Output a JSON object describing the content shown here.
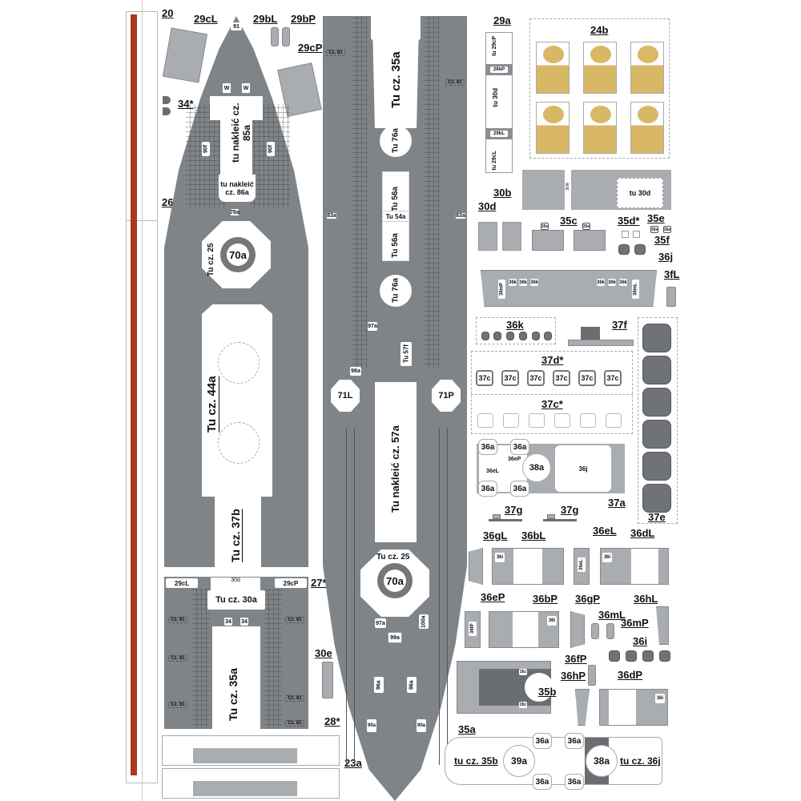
{
  "sheet": {
    "labels": {
      "p20": "20",
      "p29cL": "29cL",
      "p29bL": "29bL",
      "p29bP": "29bP",
      "p29cP": "29cP",
      "p34": "34*",
      "p26": "26*",
      "p27": "27*",
      "p28": "28*",
      "p30e": "30e",
      "p23a": "23a",
      "p29a": "29a",
      "p24b": "24b",
      "p30b": "30b",
      "p30d": "30d",
      "p35c": "35c",
      "p35d": "35d*",
      "p35e": "35e",
      "p35f": "35f",
      "p36j": "36j",
      "p3fL": "3fL",
      "p36k": "36k",
      "p37f": "37f",
      "p37d": "37d*",
      "p37c": "37c*",
      "p37e": "37e",
      "p37a": "37a",
      "p37g1": "37g",
      "p37g2": "37g",
      "p36gL": "36gL",
      "p36bL": "36bL",
      "p36eL": "36eL",
      "p36dL": "36dL",
      "p36eP": "36eP",
      "p36bP": "36bP",
      "p36gP": "36gP",
      "p36hL": "36hL",
      "p36mL": "36mL",
      "p36mP": "36mP",
      "p36i": "36i",
      "p36fP": "36fP",
      "p36hP": "36hP",
      "p36dP": "36dP",
      "p35a": "35a",
      "p35b": "35b"
    },
    "bow_deck": {
      "tip": "91",
      "w1": "W",
      "w2": "W",
      "sticker85": "tu nakleić cz. 85a",
      "sticker86": "tu nakleić cz. 86a",
      "p90fL": "90f",
      "p90fR": "90f",
      "p78a": "78a",
      "tu25": "Tu cz. 25",
      "p70a": "70a",
      "tu44a": "Tu cz. 44a",
      "tu37b": "Tu cz. 37b"
    },
    "mid_deck": {
      "tu30a": "Tu cz. 30a",
      "p29cL": "29cL",
      "p29cP": "29cP",
      "p30d": "30d",
      "p34a": "34",
      "p34b": "34",
      "cz81": "Cz. 81",
      "tu35a": "Tu cz. 35a"
    },
    "stern_deck": {
      "tu35a": "Tu cz. 35a",
      "cz81": "Cz. 81",
      "tu76a_1": "Tu 76a",
      "tu56a_1": "Tu 56a",
      "tu54a": "Tu 54a",
      "tu56a_2": "Tu 56a",
      "p83a": "83a",
      "tu76a_2": "Tu 76a",
      "p97a": "97a",
      "tu57f": "Tu 57f",
      "p98a": "98a",
      "p71L": "71L",
      "p71P": "71P",
      "tu57a": "Tu nakleić cz. 57a",
      "tu25": "Tu cz. 25",
      "p70a": "70a",
      "p97a_2": "97a",
      "p100a": "100a",
      "p99a": "99a",
      "p96a_1": "96a",
      "p96a_2": "96a",
      "p90a_1": "90a",
      "p90a_2": "90a"
    },
    "parts": {
      "tu29cP": "tu 29cP",
      "p29bP": "29bP",
      "tu30d": "tu 30d",
      "p29bL": "29bL",
      "tu29cL": "tu 29cL",
      "p30e_tag": "30e",
      "tu30d_b": "tu 30d",
      "p35e_tag": "35e",
      "p36mP": "36mP",
      "p36mL": "36mL",
      "p36k": "36k",
      "p37c": "37c",
      "p36a": "36a",
      "p36eP_small": "36eP",
      "p36eL_small": "36eL",
      "p38a": "38a",
      "p36j_small": "36j",
      "p36i_small": "36i",
      "p36eL_v": "36eL",
      "p36fP_v": "36fP",
      "p35c_small": "35c",
      "tu35b": "tu cz. 35b",
      "p39a": "39a",
      "tu36j": "tu cz. 36j"
    }
  }
}
